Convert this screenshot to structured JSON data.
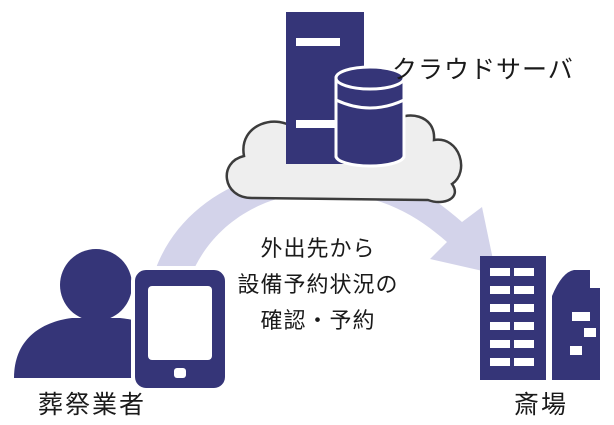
{
  "nodes": {
    "cloud_server": {
      "label": "クラウドサーバ",
      "icon": "cloud-server-icon"
    },
    "funeral_operator": {
      "label": "葬祭業者",
      "icon": "person-with-tablet-icon"
    },
    "venue": {
      "label": "斎場",
      "icon": "building-icon"
    }
  },
  "flow": {
    "lines": [
      "外出先から",
      "設備予約状況の",
      "確認・予約"
    ]
  },
  "colors": {
    "primary": "#353578",
    "cloud_fill": "#eeeeee",
    "cloud_stroke": "#3c3c3c",
    "arrow": "#d3d3ea",
    "text": "#1a1a1a"
  }
}
